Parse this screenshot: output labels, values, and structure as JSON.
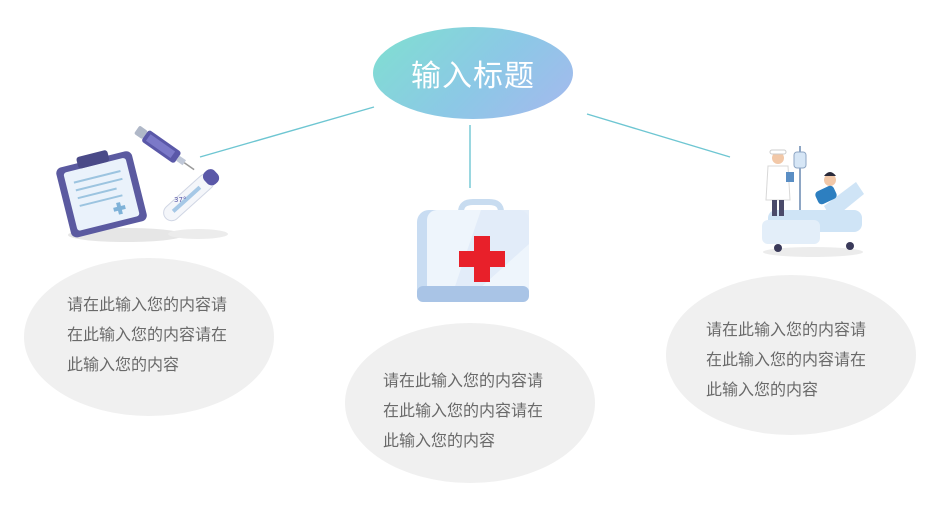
{
  "title": "输入标题",
  "nodes": [
    {
      "id": "left",
      "text": "请在此输入您的内容请\n在此输入您的内容请在\n此输入您的内容"
    },
    {
      "id": "middle",
      "text": "请在此输入您的内容请\n在此输入您的内容请在\n此输入您的内容"
    },
    {
      "id": "right",
      "text": "请在此输入您的内容请\n在此输入您的内容请在\n此输入您的内容"
    }
  ],
  "thermometer_label": "37°",
  "colors": {
    "connector": "#6ec6d2",
    "bubble": "#f0f0f0",
    "cross": "#e8202a"
  }
}
